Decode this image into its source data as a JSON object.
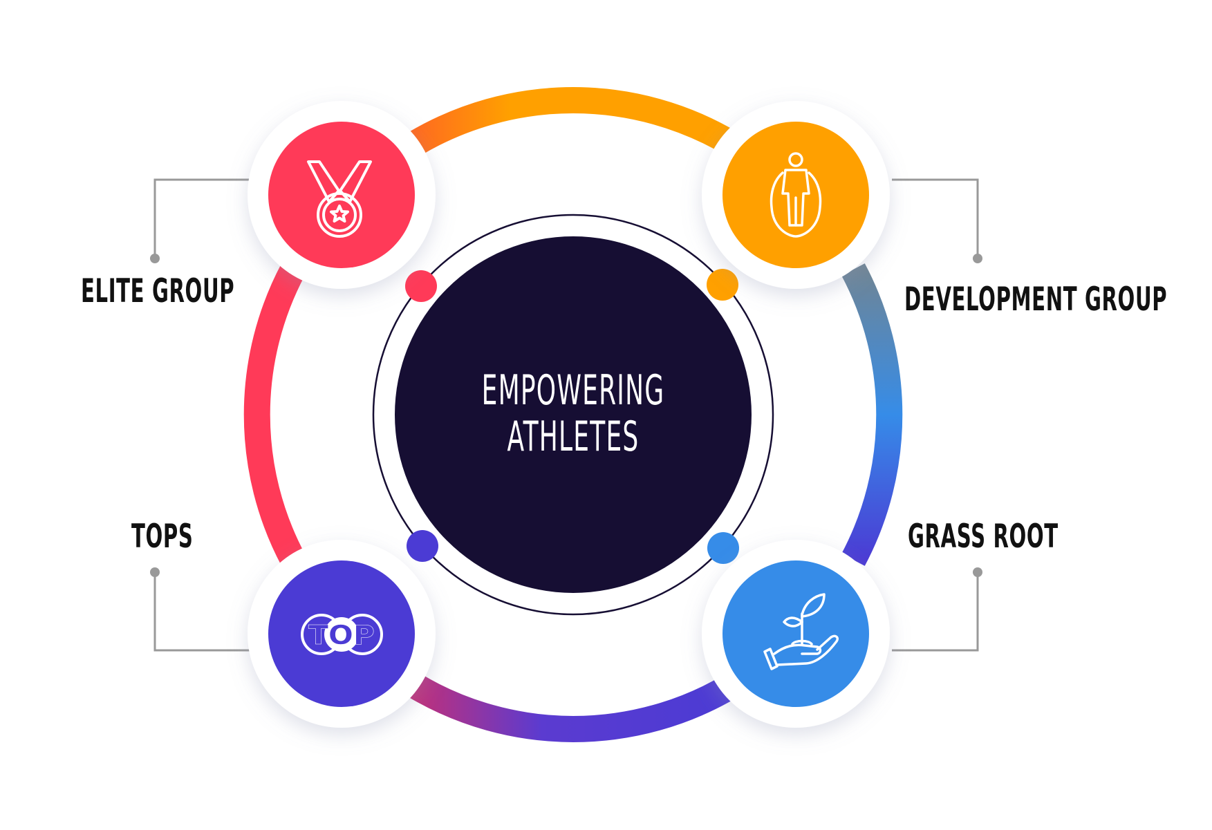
{
  "center": {
    "line1": "EMPOWERING",
    "line2": "ATHLETES"
  },
  "groups": [
    {
      "name": "ELITE GROUP",
      "color": "#FF3A58",
      "icon": "medal-icon"
    },
    {
      "name": "DEVELOPMENT GROUP",
      "color": "#FFA000",
      "icon": "jump-rope-icon"
    },
    {
      "name": "TOPS",
      "color": "#4B3BD4",
      "icon": "top-logo-icon"
    },
    {
      "name": "GRASS ROOT",
      "color": "#368CE8",
      "icon": "plant-in-hand-icon"
    }
  ],
  "top_logo_text": "TOP",
  "colors": {
    "center_fill": "#160E33",
    "connector": "#999999"
  }
}
